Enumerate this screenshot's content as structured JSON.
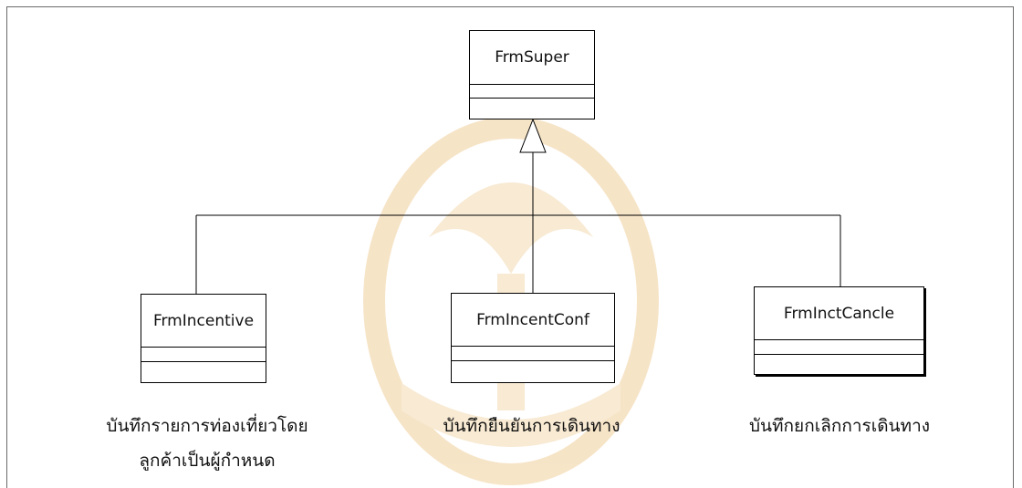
{
  "superclass": {
    "name": "FrmSuper"
  },
  "subclasses": [
    {
      "name": "FrmIncentive",
      "caption_lines": [
        "บันทึกรายการท่องเที่ยวโดย",
        "ลูกค้าเป็นผู้กำหนด"
      ]
    },
    {
      "name": "FrmIncentConf",
      "caption_lines": [
        "บันทึกยืนยันการเดินทาง"
      ]
    },
    {
      "name": "FrmInctCancle",
      "caption_lines": [
        "บันทึกยกเลิกการเดินทาง"
      ]
    }
  ],
  "relationship": "generalization",
  "colors": {
    "line": "#000000",
    "frame": "#6a6a6a",
    "watermark": "#f6e2c2"
  }
}
